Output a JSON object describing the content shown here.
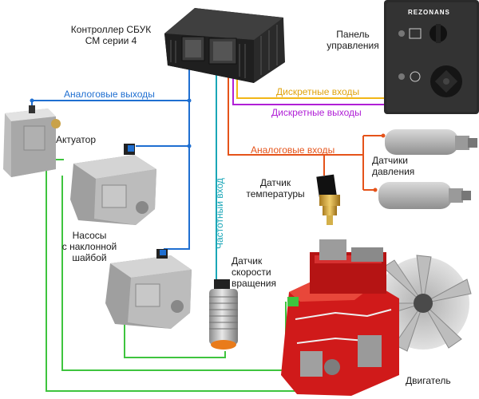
{
  "labels": {
    "controller": [
      "Контроллер СБУК",
      "СМ серии 4"
    ],
    "panel": [
      "Панель",
      "управления"
    ],
    "brand": "REZONANS",
    "analog_outputs": "Аналоговые выходы",
    "discrete_inputs": "Дискретные входы",
    "discrete_outputs": "Дискретные выходы",
    "actuator": "Актуатор",
    "analog_inputs": "Аналоговые входы",
    "pressure_sensors": [
      "Датчики",
      "давления"
    ],
    "temp_sensor": [
      "Датчик",
      "температуры"
    ],
    "freq_input": "Частотный вход",
    "pumps": [
      "Насосы",
      "с наклонной",
      "шайбой"
    ],
    "speed_sensor": [
      "Датчик",
      "скорости",
      "вращения"
    ],
    "engine": "Двигатель"
  },
  "colors": {
    "analog_out": "#1f6fd1",
    "discrete_in": "#f2b617",
    "discrete_out": "#b01fd6",
    "analog_in": "#e5531a",
    "freq_in": "#1aa6b7",
    "green": "#3ec43e",
    "engine_red": "#d01a1a"
  }
}
